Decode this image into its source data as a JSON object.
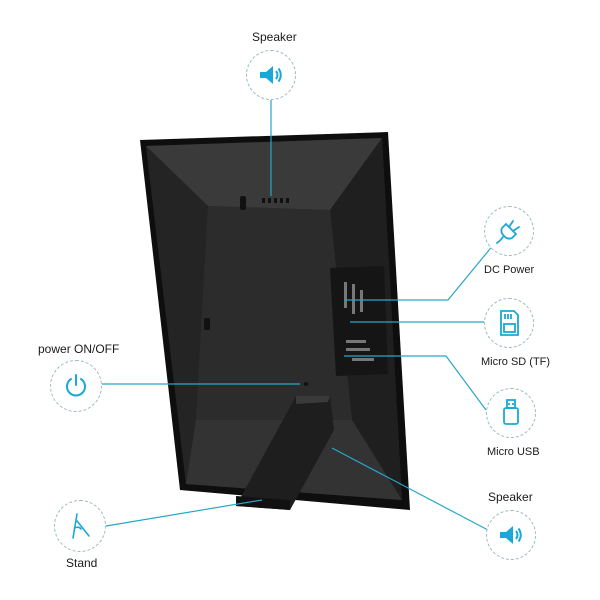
{
  "callouts": {
    "speaker_top": {
      "label": "Speaker",
      "icon": "speaker-icon"
    },
    "dc_power": {
      "label": "DC Power",
      "icon": "power-plug-icon"
    },
    "micro_sd": {
      "label": "Micro SD (TF)",
      "icon": "sd-card-icon"
    },
    "micro_usb": {
      "label": "Micro USB",
      "icon": "usb-icon"
    },
    "speaker_bottom": {
      "label": "Speaker",
      "icon": "speaker-icon"
    },
    "power_switch": {
      "label": "power ON/OFF",
      "icon": "power-icon"
    },
    "stand": {
      "label": "Stand",
      "icon": "stand-icon"
    }
  },
  "colors": {
    "accent": "#1aa9d6",
    "leader_line": "#27a6c9",
    "device_body": "#2b2b2b",
    "device_edge": "#111111"
  }
}
